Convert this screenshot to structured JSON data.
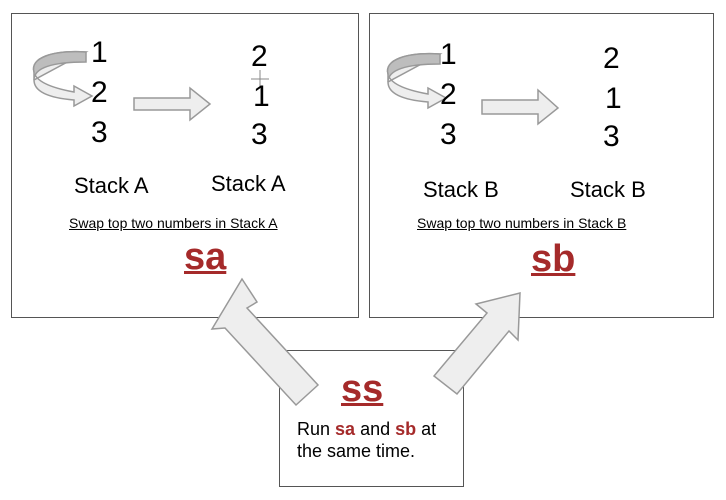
{
  "panel_a": {
    "before": [
      "1",
      "2",
      "3"
    ],
    "after": [
      "2",
      "1",
      "3"
    ],
    "before_label": "Stack A",
    "after_label": "Stack A",
    "caption": "Swap top two numbers in Stack A",
    "op": "sa"
  },
  "panel_b": {
    "before": [
      "1",
      "2",
      "3"
    ],
    "after": [
      "2",
      "1",
      "3"
    ],
    "before_label": "Stack B",
    "after_label": "Stack B",
    "caption": "Swap top two numbers in Stack B",
    "op": "sb"
  },
  "panel_ss": {
    "op": "ss",
    "desc_1": "Run ",
    "desc_sa": "sa",
    "desc_2": " and ",
    "desc_sb": "sb",
    "desc_3": " at the same time."
  },
  "colors": {
    "op_text": "#a52a2a",
    "arrow_fill": "#eeeeee",
    "arrow_stroke": "#999999",
    "curl_top": "#bdbdbd",
    "border": "#555555"
  }
}
